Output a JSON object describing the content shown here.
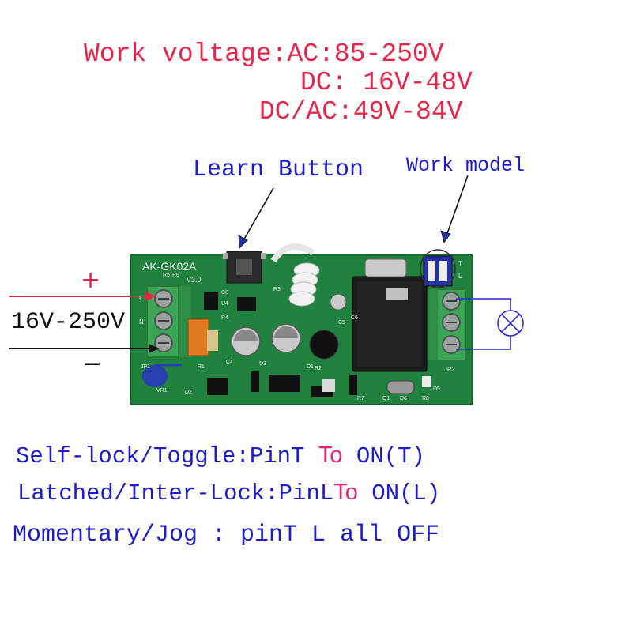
{
  "voltage": {
    "line1": "Work voltage:AC:85-250V",
    "line2": "DC: 16V-48V",
    "line3": "DC/AC:49V-84V"
  },
  "labels": {
    "learn_button": "Learn Button",
    "work_model": "Work model",
    "plus": "+",
    "minus": "−",
    "input_voltage": "16V-250V"
  },
  "board": {
    "model": "AK-GK02A",
    "version": "V3.0",
    "terminal_left": [
      "L",
      "N"
    ],
    "terminal_right": [
      "JP2"
    ],
    "dip_labels": [
      "T",
      "L"
    ],
    "component_refs": [
      "R5",
      "R6",
      "R3",
      "C8",
      "U4",
      "R4",
      "C4",
      "D3",
      "R2",
      "R1",
      "C5",
      "C6",
      "D1",
      "D2",
      "VR1",
      "JP1",
      "Q1",
      "D6",
      "R8",
      "D5",
      "R7"
    ]
  },
  "modes": {
    "selflock_prefix": "Self-lock/Toggle:PinT ",
    "selflock_to": "To",
    "selflock_suffix": " ON(T)",
    "latched_prefix": "Latched/Inter-Lock:PinL",
    "latched_to": "To",
    "latched_suffix": " ON(L)",
    "momentary": "Momentary/Jog : pinT L all OFF"
  },
  "colors": {
    "red_text": "#e8244a",
    "blue_text": "#1c1ccc",
    "board_green": "#1f7a3c",
    "terminal_green": "#3aa655",
    "pin_to": "#e0247a"
  }
}
